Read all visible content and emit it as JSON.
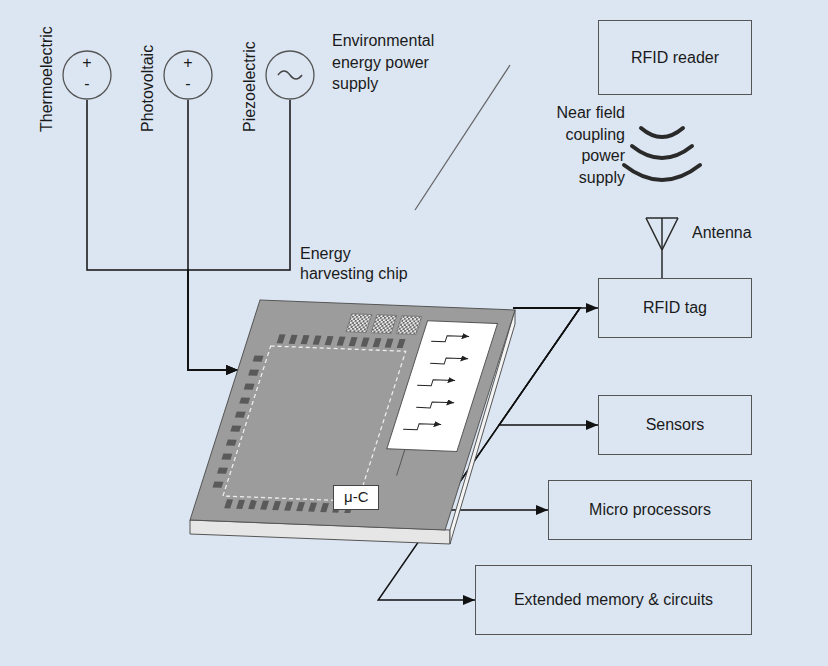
{
  "diagram": {
    "nodes": [
      {
        "text": [
          "Thermoelectric",
          "+",
          "-"
        ]
      },
      {
        "text": [
          "Photovoltaic",
          "+",
          "-"
        ]
      },
      {
        "text": [
          "Piezoelectric"
        ]
      },
      {
        "text": [
          "RFID reader"
        ]
      },
      {
        "text": [
          "Energy harvesting chip"
        ]
      },
      {
        "text": [
          "μ-C"
        ],
        "in": 4
      },
      {
        "text": [
          "RFID tag"
        ]
      },
      {
        "text": [
          "Sensors"
        ]
      },
      {
        "text": [
          "Micro processors"
        ]
      },
      {
        "text": [
          "Extended memory & circuits"
        ]
      }
    ],
    "edges": [
      {
        "from": 0,
        "to": 4,
        "arrow": "to"
      },
      {
        "from": 1,
        "to": 4,
        "arrow": "to"
      },
      {
        "from": 2,
        "to": 4,
        "arrow": "to"
      },
      {
        "from": 4,
        "to": 6,
        "arrow": "to"
      },
      {
        "from": 4,
        "to": 7,
        "arrow": "to"
      },
      {
        "from": 4,
        "to": 8,
        "arrow": "to"
      },
      {
        "from": 4,
        "to": 9,
        "arrow": "to"
      }
    ],
    "labels": [
      "Environmental energy power supply",
      "Near field coupling power supply",
      "Antenna"
    ]
  }
}
